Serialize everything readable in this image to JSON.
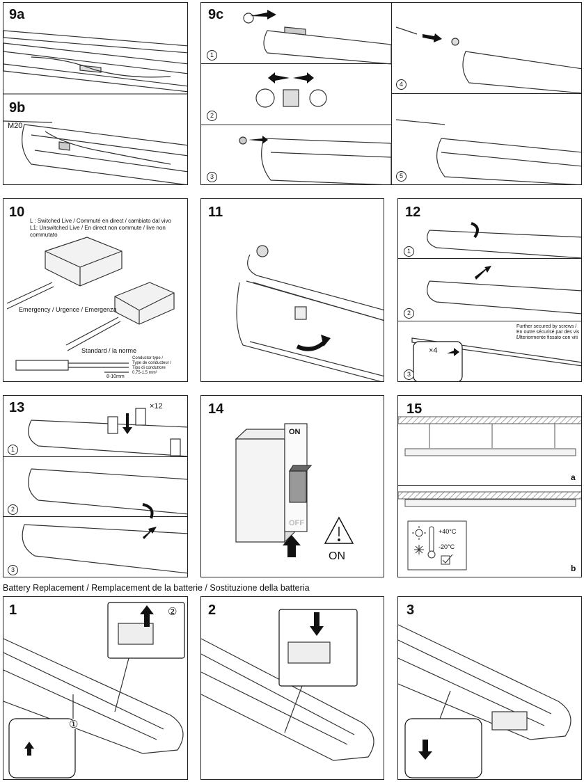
{
  "panels": {
    "p9a": {
      "label": "9a"
    },
    "p9b": {
      "label": "9b",
      "gland": "M20"
    },
    "p9c": {
      "label": "9c",
      "steps": [
        "1",
        "2",
        "3",
        "4",
        "5"
      ]
    },
    "p10": {
      "label": "10",
      "legend_l": "L : Switched Live / Commuté en direct / cambiato dal vivo",
      "legend_l1": "L1: Unswitched Live / En direct non commute / live non commutato",
      "emergency": "Emergency / Urgence / Emergenza",
      "standard": "Standard / la norme",
      "conductor_type": [
        "Conductor type /",
        "Type de conducteur /",
        "Tipo di conduttore",
        "0.75-1.5 mm²"
      ],
      "strip_length": "8-10mm"
    },
    "p11": {
      "label": "11"
    },
    "p12": {
      "label": "12",
      "steps": [
        "1",
        "2",
        "3"
      ],
      "screws": "×4",
      "note": [
        "Further secured by screws /",
        "En outre sécurisé par des vis /",
        "Ulteriormente fissato con viti"
      ]
    },
    "p13": {
      "label": "13",
      "clips": "×12",
      "steps": [
        "1",
        "2",
        "3"
      ]
    },
    "p14": {
      "label": "14",
      "switch_on": "ON",
      "switch_off": "OFF",
      "warning_text": "ON"
    },
    "p15": {
      "label": "15",
      "mount_a": "a",
      "mount_b": "b",
      "temp_high": "+40°C",
      "temp_low": "-20°C"
    }
  },
  "battery_caption": "Battery Replacement / Remplacement de la batterie / Sostituzione della batteria",
  "battery": {
    "b1": {
      "label": "1",
      "step_a": "①",
      "step_b": "②"
    },
    "b2": {
      "label": "2"
    },
    "b3": {
      "label": "3"
    }
  },
  "icons": [
    "arrow-icon",
    "rotate-icon",
    "warning-icon",
    "sun-icon",
    "snowflake-icon",
    "thermometer-icon",
    "checkbox-icon"
  ]
}
